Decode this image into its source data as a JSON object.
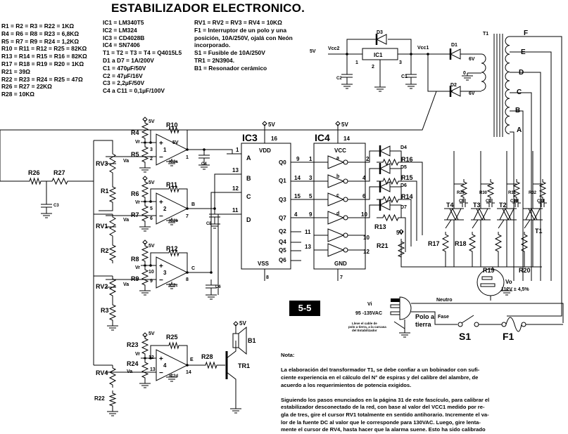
{
  "title": "ESTABILIZADOR ELECTRONICO.",
  "parts_list": {
    "resistors": [
      "R1 = R2 = R3 = R22 = 1KΩ",
      "R4 = R6 = R8 = R23 = 6,8KΩ",
      "R5 = R7 = R9 = R24 = 1,2KΩ",
      "R10 = R11 = R12 = R25 = 82KΩ",
      "R13 = R14 = R15 = R16 = 82KΩ",
      "R17 = R18 = R19 = R20 = 1KΩ",
      "R21 = 39Ω",
      "R22 = R23 = R24 = R25 = 47Ω",
      "R26 = R27 = 22KΩ",
      "R28 = 10KΩ"
    ],
    "semiconductors": [
      "IC1 = LM340T5",
      "IC2 = LM324",
      "IC3 = CD4028B",
      "IC4 = SN7406",
      "T1 = T2 = T3 = T4 = Q4015L5",
      "D1 a D7 = 1A/200V",
      "C1 = 470µF/50V",
      "C2 = 47µF/16V",
      "C3 = 2,2µF/50V",
      "C4 a C11 = 0,1µF/100V"
    ],
    "others": [
      "RV1 = RV2 = RV3 = RV4 = 10KΩ",
      "F1 = Interruptor de un polo y una",
      "posición, 10A/250V, ojalá con Neón",
      "incorporado.",
      "S1 = Fusible de 10A/250V",
      "TR1 = 2N3904.",
      "B1 = Resonador cerámico"
    ]
  },
  "badge": "5-5",
  "notes": {
    "heading": "Nota:",
    "lines": [
      "La elaboración del transformador T1, se debe confiar a un bobinador con sufi-",
      "ciente experiencia en el cálculo del N° de espiras y del calibre del alambre, de",
      "acuerdo a los requerimientos de potencia exigidos.",
      "",
      "Siguiendo los pasos enunciados en la página 31 de este fascículo, para calibrar el",
      "estabilizador desconectado de la red, con base al valor del VCC1 medido por re-",
      "gla de tres, gire el cursor RV1 totalmente en sentido antihorario. Incremente el va-",
      "lor de la fuente DC al valor que le corresponde para 130VAC. Luego, gire lenta-",
      "mente el cursor de RV4, hasta hacer que la alarma suene. Esto ha sido calibrado"
    ]
  },
  "schematic": {
    "labels": {
      "ic3": "IC3",
      "ic4": "IC4",
      "ic3_5v": "5V",
      "ic3_16": "16",
      "ic4_5v": "5V",
      "ic4_14": "14",
      "vdd": "VDD",
      "pa": "A",
      "pb": "B",
      "pc": "C",
      "pd": "D",
      "q0": "Q0",
      "q1": "Q1",
      "q3": "Q3",
      "q7": "Q7",
      "q2": "Q2",
      "q4": "Q4",
      "q5": "Q5",
      "q6": "Q6",
      "vss": "VSS",
      "n1": "1",
      "n13": "13",
      "n12": "12",
      "n11": "11",
      "o9": "9",
      "o14": "14",
      "o15": "15",
      "o4": "4",
      "n8": "8",
      "vcc": "VCC",
      "ga": "a",
      "gb": "b",
      "gc": "c",
      "gd": "d",
      "gnd": "GND",
      "n7": "7",
      "i1": "1",
      "i3": "3",
      "i5": "5",
      "i9": "9",
      "i11": "11",
      "i13": "13",
      "u2": "2",
      "u4": "4",
      "u6": "6",
      "u8": "10",
      "u10": "10",
      "u12": "12",
      "r4": "R4",
      "r5": "R5",
      "r10": "R10",
      "rv3": "RV3",
      "r1": "R1",
      "ic2a": "IC2a",
      "va1": "Va",
      "vr1": "Vr",
      "op1": "1",
      "p3": "3",
      "p2": "2",
      "po1": "1",
      "c4": "C4",
      "s5v1": "5V",
      "s5v2": "5V",
      "r6": "R6",
      "r7": "R7",
      "r11": "R11",
      "rv1": "RV1",
      "r2": "R2",
      "ic2b": "IC2b",
      "va2": "Va",
      "vr2": "Vr",
      "op2": "2",
      "p5": "5",
      "p6": "6",
      "p7": "7",
      "oB": "B",
      "c5": "C5",
      "s5v3": "5V",
      "r8": "R8",
      "r9": "R9",
      "r12": "R12",
      "rv2": "RV2",
      "r3": "R3",
      "ic2c": "IC2c",
      "va3": "Va",
      "vr3": "Vr",
      "op3": "3",
      "p10": "10",
      "p9": "9",
      "p8": "8",
      "oC": "C",
      "c6": "C6",
      "s5v4": "5V",
      "r23": "R23",
      "r24": "R24",
      "r25": "R25",
      "rv4": "RV4",
      "r22": "R22",
      "ic2d": "IC2d",
      "va4": "Va",
      "vr4": "Vr",
      "op4": "4",
      "p12": "12",
      "p13": "13",
      "p14": "14",
      "oE": "E",
      "s5v5": "5V",
      "r28": "R28",
      "tr1": "TR1",
      "b1": "B1",
      "s5v6": "5V",
      "r26": "R26",
      "r27": "R27",
      "c3": "C3",
      "d3": "D3",
      "ic1": "IC1",
      "vcc2": "Vcc2",
      "v5in": "5V",
      "k1": "1",
      "k2": "2",
      "k3": "3",
      "c2": "C2",
      "c1": "C1",
      "vcc1": "Vcc1",
      "d1": "D1",
      "d2": "D2",
      "v6a": "6V",
      "v6b": "6V",
      "zero": "0",
      "t1x": "T1",
      "tF": "F",
      "tE": "E",
      "tD": "D",
      "tC": "C",
      "tB": "B",
      "tA": "A",
      "d4": "D4",
      "d5": "D5",
      "d6": "D6",
      "d7": "D7",
      "r16": "R16",
      "r15": "R15",
      "r14": "R14",
      "r13": "R13",
      "r21": "R21",
      "s5v7": "5V",
      "t4": "T4",
      "t3": "T3",
      "t2": "T2",
      "tt1": "T1",
      "r17": "R17",
      "r18": "R18",
      "r19": "R19",
      "r20": "R20",
      "c8": "C8",
      "c9": "C9",
      "c10": "C10",
      "c11": "C11",
      "r29": "R29",
      "r30": "R30",
      "r31": "R31",
      "r32": "R32",
      "vo": "Vo",
      "vout": "112V ± 4,5%",
      "neutro": "Neutro",
      "fase": "Fase",
      "polo": "Polo a",
      "tierra": "tierra",
      "vi": "Vi",
      "virange": "95 -135VAC",
      "s1": "S1",
      "f1": "F1",
      "plug1": "Lleve el cable de",
      "plug2": "polo a tierra, a la carcasa",
      "plug3": "del Estabilizador"
    }
  }
}
